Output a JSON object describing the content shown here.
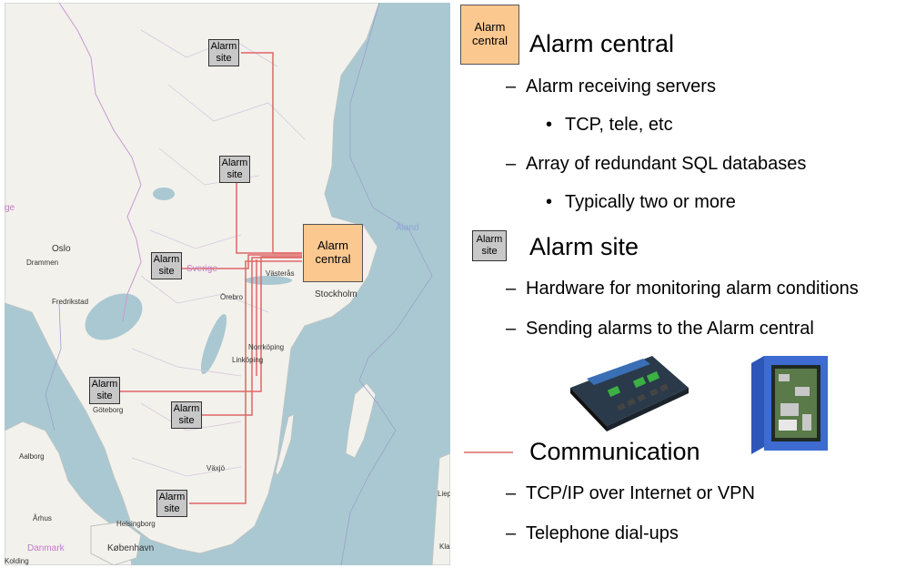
{
  "map": {
    "labels": {
      "oslo": "Oslo",
      "drammen": "Drammen",
      "fredrikstad": "Fredrikstad",
      "sverige": "Sverige",
      "vasteras": "Västerås",
      "orebro": "Örebro",
      "stockholm": "Stockholm",
      "norrkoping": "Norrköping",
      "linkoping": "Linköping",
      "aland": "Åland",
      "goteborg": "Göteborg",
      "aalborg": "Aalborg",
      "vaxjo": "Växjö",
      "arhus": "Århus",
      "helsingborg": "Helsingborg",
      "kobenhavn": "København",
      "danmark": "Danmark",
      "kolding": "Kolding",
      "liepaja": "Liepa",
      "klaipeda": "Klai",
      "norge": "ge"
    },
    "site_box": {
      "line1": "Alarm",
      "line2": "site"
    },
    "central_box": {
      "line1": "Alarm",
      "line2": "central"
    }
  },
  "legend": {
    "central": {
      "icon_line1": "Alarm",
      "icon_line2": "central",
      "heading": "Alarm central",
      "items": [
        {
          "level": 1,
          "text": "Alarm receiving servers"
        },
        {
          "level": 2,
          "text": "TCP, tele, etc"
        },
        {
          "level": 1,
          "text": "Array of redundant SQL databases"
        },
        {
          "level": 2,
          "text": "Typically two or more"
        }
      ]
    },
    "site": {
      "icon_line1": "Alarm",
      "icon_line2": "site",
      "heading": "Alarm site",
      "items": [
        {
          "level": 1,
          "text": "Hardware for monitoring alarm conditions"
        },
        {
          "level": 1,
          "text": "Sending alarms to the Alarm central"
        }
      ]
    },
    "communication": {
      "heading": "Communication",
      "items": [
        {
          "level": 1,
          "text": "TCP/IP over Internet or VPN"
        },
        {
          "level": 1,
          "text": "Telephone dial-ups"
        }
      ]
    },
    "bullets": {
      "dash": "–",
      "dot": "•"
    }
  },
  "colors": {
    "link": "#e06666",
    "site_fill": "#c8c8c8",
    "central_fill": "#fbc890",
    "sea": "#aac8d2",
    "land": "#f3f1ec"
  }
}
